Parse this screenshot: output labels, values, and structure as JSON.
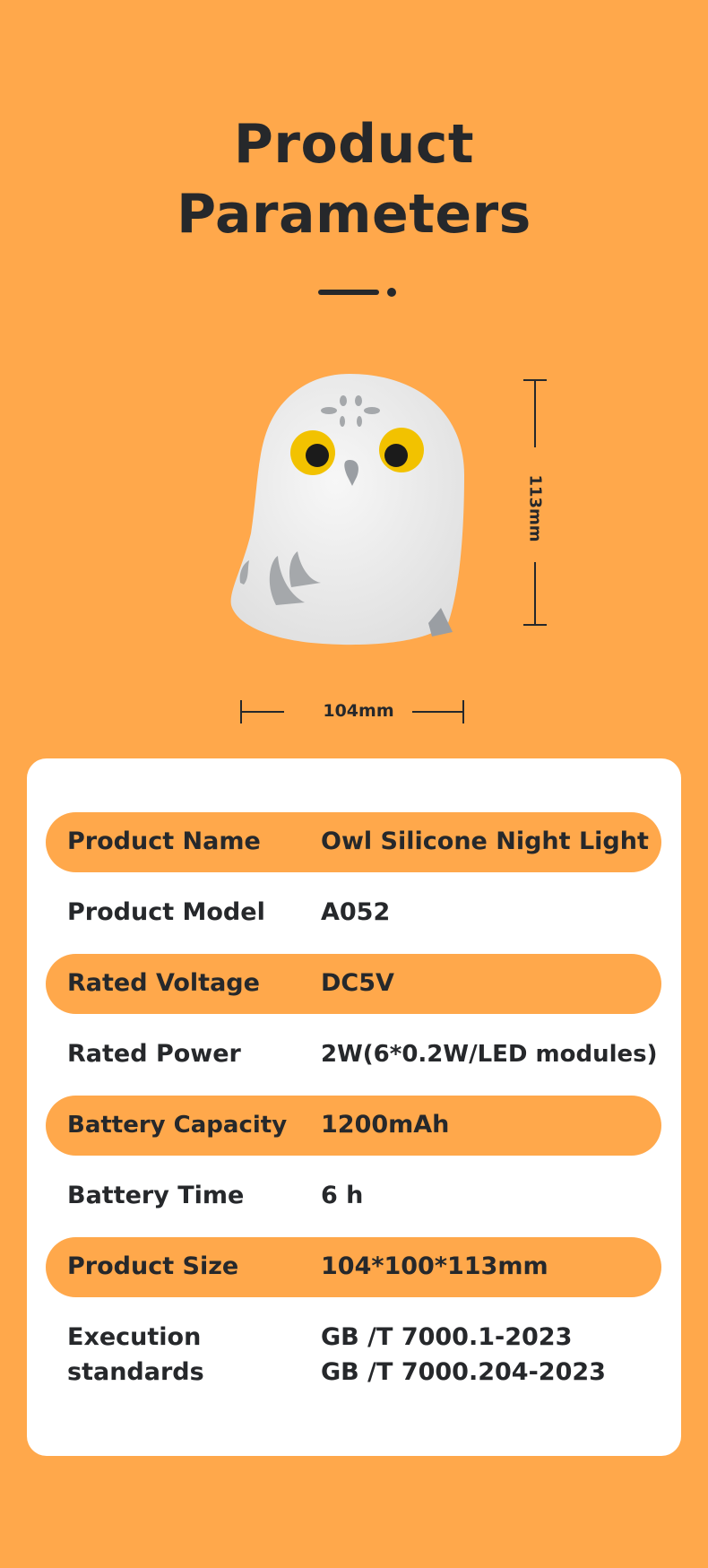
{
  "header": {
    "title_line1": "Product",
    "title_line2": "Parameters"
  },
  "dimensions": {
    "height_label": "113mm",
    "width_label": "104mm"
  },
  "colors": {
    "background": "#FFA84B",
    "text": "#26282b",
    "card": "#ffffff"
  },
  "params": [
    {
      "label": "Product Name",
      "value": "Owl Silicone Night Light"
    },
    {
      "label": "Product Model",
      "value": "A052"
    },
    {
      "label": "Rated Voltage",
      "value": "DC5V"
    },
    {
      "label": "Rated Power",
      "value": "2W(6*0.2W/LED modules)"
    },
    {
      "label": "Battery Capacity",
      "value": "1200mAh"
    },
    {
      "label": "Battery Time",
      "value": "6 h"
    },
    {
      "label": "Product Size",
      "value": "104*100*113mm"
    }
  ],
  "standards": {
    "label_line1": "Execution",
    "label_line2": "standards",
    "value_line1": "GB /T 7000.1-2023",
    "value_line2": "GB /T 7000.204-2023"
  }
}
